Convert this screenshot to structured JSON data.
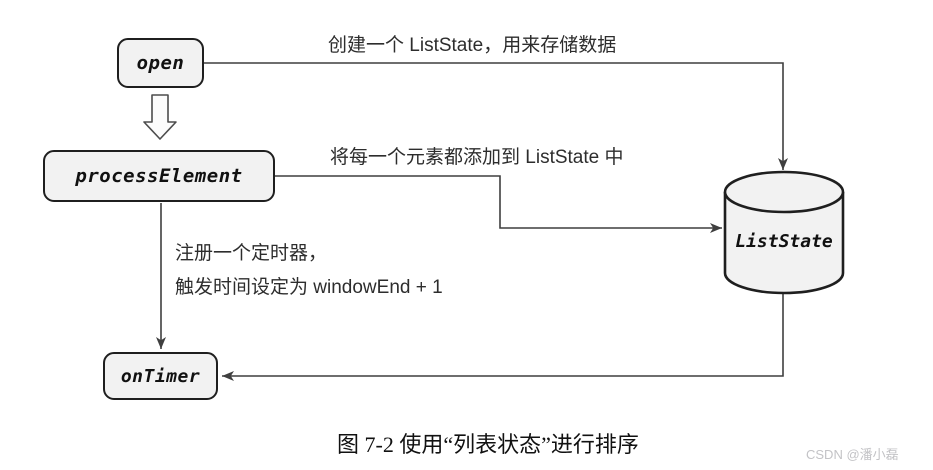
{
  "diagram": {
    "nodes": {
      "open": {
        "label": "open"
      },
      "processElement": {
        "label": "processElement"
      },
      "onTimer": {
        "label": "onTimer"
      },
      "listState": {
        "label": "ListState"
      }
    },
    "edge_labels": {
      "open_to_liststate": "创建一个 ListState，用来存储数据",
      "process_to_liststate": "将每一个元素都添加到 ListState 中",
      "process_to_ontimer_line1": "注册一个定时器，",
      "process_to_ontimer_line2": "触发时间设定为 windowEnd + 1"
    },
    "caption": "图 7-2 使用“列表状态”进行排序",
    "watermark": "CSDN @潘小磊",
    "colors": {
      "node_fill": "#f2f2f2",
      "node_border": "#1f1f1f",
      "line": "#3f3f3f",
      "label_text": "#2d2d2d",
      "watermark": "#c3c3c6"
    }
  }
}
